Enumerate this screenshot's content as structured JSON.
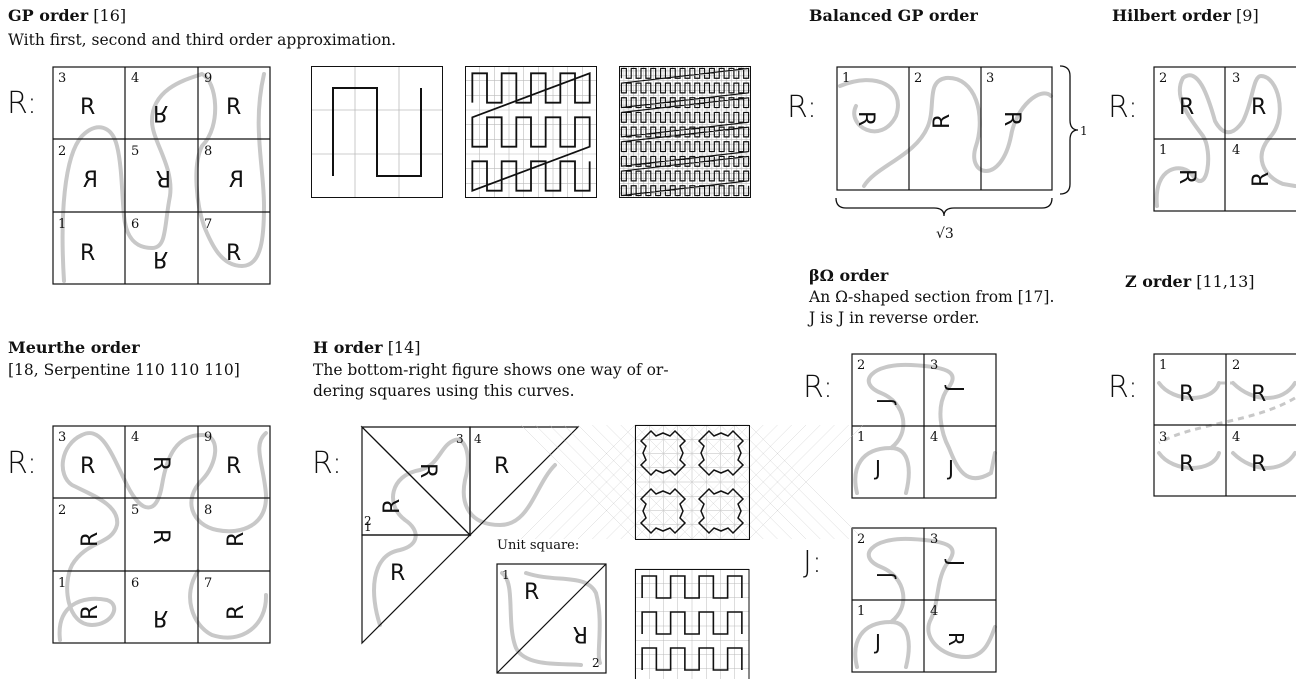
{
  "gp": {
    "title_bold": "GP order",
    "title_ref": "[16]",
    "subtitle": "With first, second and third order approximation.",
    "rule_label": "R:",
    "cells": [
      {
        "n": "3",
        "g": "R"
      },
      {
        "n": "4",
        "g": "R"
      },
      {
        "n": "9",
        "g": "R"
      },
      {
        "n": "2",
        "g": "R"
      },
      {
        "n": "5",
        "g": "R"
      },
      {
        "n": "8",
        "g": "R"
      },
      {
        "n": "1",
        "g": "R"
      },
      {
        "n": "6",
        "g": "R"
      },
      {
        "n": "7",
        "g": "R"
      }
    ]
  },
  "balanced": {
    "title_bold": "Balanced GP order",
    "rule_label": "R:",
    "cells": [
      {
        "n": "1",
        "g": "R"
      },
      {
        "n": "2",
        "g": "R"
      },
      {
        "n": "3",
        "g": "R"
      }
    ],
    "height_label": "1",
    "width_label": "√3"
  },
  "hilbert": {
    "title_bold": "Hilbert order",
    "title_ref": "[9]",
    "rule_label": "R:",
    "cells": [
      {
        "n": "2",
        "g": "R"
      },
      {
        "n": "3",
        "g": "R"
      },
      {
        "n": "1",
        "g": "R"
      },
      {
        "n": "4",
        "g": "R"
      }
    ]
  },
  "beta": {
    "title_bold": "βΩ order",
    "line1": "An Ω-shaped section from [17].",
    "line2": "J is J in reverse order.",
    "rule_r": "R:",
    "rule_j": "J:",
    "r_cells": [
      {
        "n": "2",
        "g": "J"
      },
      {
        "n": "3",
        "g": "J"
      },
      {
        "n": "1",
        "g": "J"
      },
      {
        "n": "4",
        "g": "J"
      }
    ],
    "j_cells": [
      {
        "n": "2",
        "g": "J"
      },
      {
        "n": "3",
        "g": "J"
      },
      {
        "n": "1",
        "g": "J"
      },
      {
        "n": "4",
        "g": "R"
      }
    ]
  },
  "z": {
    "title_bold": "Z order",
    "title_ref": "[11,13]",
    "rule_label": "R:",
    "cells": [
      {
        "n": "1",
        "g": "R"
      },
      {
        "n": "2",
        "g": "R"
      },
      {
        "n": "3",
        "g": "R"
      },
      {
        "n": "4",
        "g": "R"
      }
    ]
  },
  "meurthe": {
    "title_bold": "Meurthe order",
    "subtitle": "[18, Serpentine 110 110 110]",
    "rule_label": "R:",
    "cells": [
      {
        "n": "3",
        "g": "R"
      },
      {
        "n": "4",
        "g": "R"
      },
      {
        "n": "9",
        "g": "R"
      },
      {
        "n": "2",
        "g": "R"
      },
      {
        "n": "5",
        "g": "R"
      },
      {
        "n": "8",
        "g": "R"
      },
      {
        "n": "1",
        "g": "R"
      },
      {
        "n": "6",
        "g": "R"
      },
      {
        "n": "7",
        "g": "R"
      }
    ]
  },
  "h": {
    "title_bold": "H order",
    "title_ref": "[14]",
    "line1": "The bottom-right figure shows one way of or-",
    "line2": "dering squares using this curves.",
    "rule_label": "R:",
    "tri_labels": [
      {
        "n": "1",
        "g": "R"
      },
      {
        "n": "2",
        "g": "R"
      },
      {
        "n": "3",
        "g": "R"
      },
      {
        "n": "4",
        "g": "R"
      }
    ],
    "unit_square_label": "Unit square:",
    "unit_labels": [
      {
        "n": "1",
        "g": "R"
      },
      {
        "n": "2",
        "g": "R"
      }
    ]
  }
}
